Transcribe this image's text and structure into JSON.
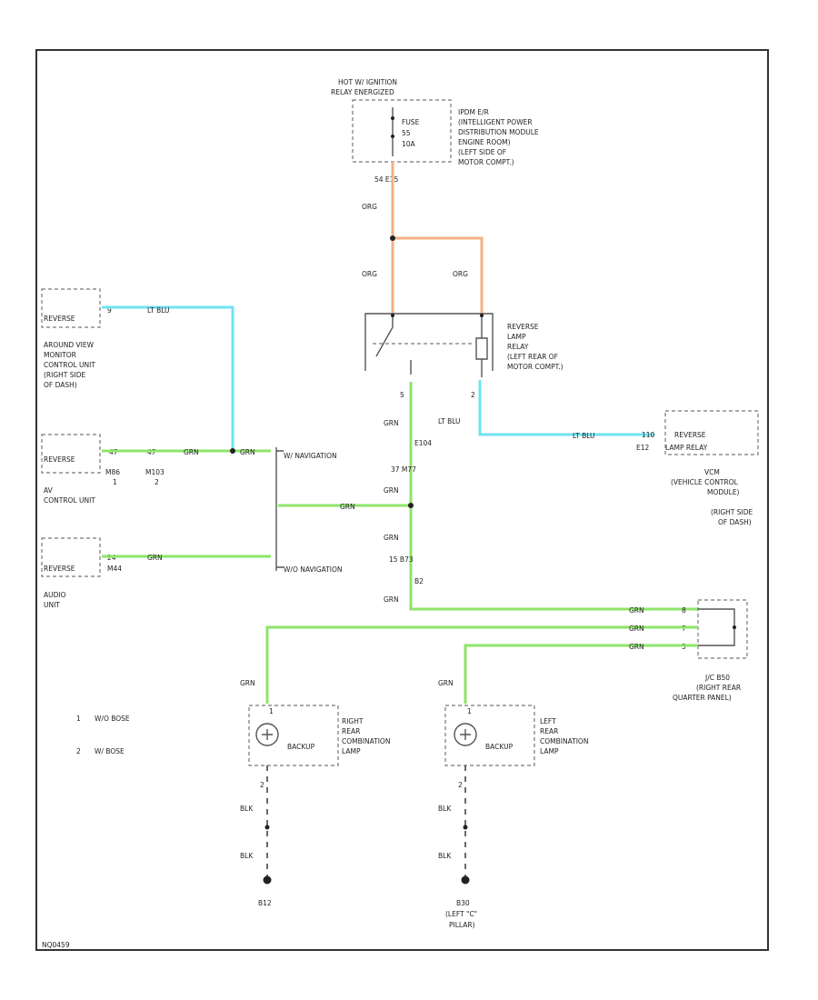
{
  "power": {
    "hot_label_1": "HOT W/ IGNITION",
    "hot_label_2": "RELAY ENERGIZED",
    "fuse_lines": [
      "FUSE",
      "55",
      "10A"
    ],
    "module_lines": [
      "IPDM E/R",
      "(INTELLIGENT POWER",
      "DISTRIBUTION MODULE",
      "ENGINE ROOM)",
      "(LEFT SIDE OF",
      "MOTOR COMPT.)"
    ],
    "connector": "54  E15"
  },
  "relay": {
    "lines": [
      "REVERSE",
      "LAMP",
      "RELAY",
      "(LEFT REAR OF",
      "MOTOR COMPT.)"
    ],
    "pin_left": "5",
    "pin_right": "2"
  },
  "wires": {
    "org": "ORG",
    "grn": "GRN",
    "ltblu": "LT BLU",
    "blk": "BLK"
  },
  "around_view": {
    "pin_label": "REVERSE",
    "pin": "9",
    "lines": [
      "AROUND VIEW",
      "MONITOR",
      "CONTROL UNIT",
      "(RIGHT SIDE",
      "OF DASH)"
    ]
  },
  "av_control": {
    "pin_label": "REVERSE",
    "pins": [
      "47",
      "47"
    ],
    "connectors": [
      "M86",
      "M103"
    ],
    "notes": [
      "1",
      "2"
    ],
    "lines": [
      "AV",
      "CONTROL UNIT"
    ]
  },
  "audio": {
    "pin_label": "REVERSE",
    "pin": "24",
    "connector": "M44",
    "lines": [
      "AUDIO",
      "UNIT"
    ]
  },
  "options": {
    "with_nav": "W/ NAVIGATION",
    "without_nav": "W/O NAVIGATION"
  },
  "splices": {
    "relay_conn": "E104",
    "mid_pins": "37   M77",
    "lower_conn": "15   B73",
    "lower_label": "B2"
  },
  "vcm": {
    "pin": "110",
    "pin_label": "REVERSE",
    "connector": "E12",
    "connector_label": "LAMP RELAY",
    "lines": [
      "VCM",
      "(VEHICLE CONTROL",
      "MODULE)",
      "(RIGHT SIDE",
      "OF DASH)"
    ]
  },
  "jc": {
    "pins": [
      "8",
      "7",
      "5"
    ],
    "lines": [
      "J/C B50",
      "(RIGHT REAR",
      "QUARTER PANEL)"
    ]
  },
  "lamps": [
    {
      "pin_top": "1",
      "pin_bottom": "2",
      "name": "BACKUP",
      "lines": [
        "RIGHT",
        "REAR",
        "COMBINATION",
        "LAMP"
      ],
      "ground": "B12",
      "ground_lines": []
    },
    {
      "pin_top": "1",
      "pin_bottom": "2",
      "name": "BACKUP",
      "lines": [
        "LEFT",
        "REAR",
        "COMBINATION",
        "LAMP"
      ],
      "ground": "B30",
      "ground_lines": [
        "(LEFT \"C\"",
        "PILLAR)"
      ]
    }
  ],
  "legend": [
    {
      "num": "1",
      "text": "W/O BOSE"
    },
    {
      "num": "2",
      "text": "W/ BOSE"
    }
  ],
  "footer": "NQ0459"
}
